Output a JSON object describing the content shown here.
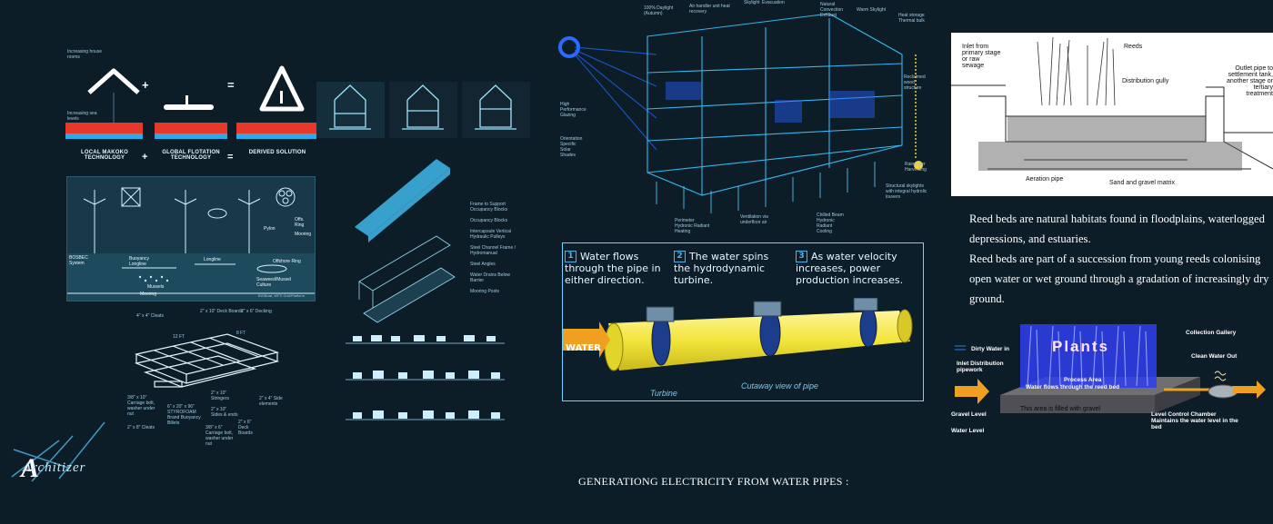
{
  "solution_panel": {
    "caption_left": "LOCAL MAKOKO TECHNOLOGY",
    "caption_mid": "GLOBAL FLOTATION TECHNOLOGY",
    "caption_right": "DERIVED SOLUTION",
    "op_plus_1": "+",
    "op_eq_1": "=",
    "op_plus_2": "+",
    "op_eq_2": "=",
    "note_top": "Increasing house rooms",
    "note_side": "Increasing sea levels"
  },
  "bosbec_panel": {
    "label_system": "BOSBEC System",
    "label_buoyancy": "Buoyancy Longline",
    "label_mussels": "Mussels",
    "label_longline": "Longline",
    "label_mooring": "Mooring",
    "label_offshore": "Offshore Ring",
    "label_seaweed": "Seaweed/Mussel Culture",
    "label_offs_ring": "Offs. Ring",
    "label_pylon": "Pylon",
    "label_mooring2": "Mooring",
    "credit": "BIOBoat, WFS Grid/Platform"
  },
  "platform_panel": {
    "label_top_left": "4\" x 4\" Cleats",
    "label_top_mid": "2\" x 10\" Deck Boards",
    "label_top_right": "2\" x 6\" Decking",
    "label_12ft": "12 FT",
    "label_8ft": "8 FT",
    "label_carriage": "3/8\" x 10\" Carriage bolt, washer under nut",
    "label_styrofoam": "6\" x 20\" x 96\" STYROFOAM Brand Buoyancy Billets",
    "label_stringer": "2\" x 10\" Stringers",
    "label_sides": "2\" x 10\" Sides & ends",
    "label_bolt2": "3/8\" x 6\" Carriage bolt, washer under nut",
    "label_deck": "2\" x 6\" Deck Boards",
    "label_2x4": "2\" x 4\" Side elements",
    "label_2x8": "2\" x 8\" Cleats"
  },
  "module_panel": {
    "callouts": [
      "Frame to Support Occupancy Blocks",
      "Occupancy Blocks",
      "Intercapsule Vertical Hydraulic Pulleys",
      "Steel Channel Frame / Hydromanual",
      "Steel Angles",
      "Water Drains Below Barrier",
      "Mooring Posts"
    ]
  },
  "building_section": {
    "callouts": [
      "100% Daylight (Autumn)",
      "Air handler unit heat recovery",
      "Skylight",
      "Evacuation",
      "Natural Convection Exhaust",
      "Warm Skylight",
      "Heat storage Thermal bulk",
      "Reclaimed wood structure",
      "High Performance Glazing",
      "Orientation Specific Solar Shades",
      "Rainwater Harvesting",
      "Perimeter Hydronic Radiant Heating",
      "Ventilation via underfloor air",
      "Chilled Beam Hydronic Radiant Cooling",
      "Structural skylights with integral hydrolic louvers"
    ]
  },
  "turbine_panel": {
    "step1_num": "1",
    "step1_text": "Water flows through the pipe in either direction.",
    "step2_num": "2",
    "step2_text": "The water spins the hydrodynamic turbine.",
    "step3_num": "3",
    "step3_text": "As water velocity increases, power production increases.",
    "water_label": "WATER",
    "turbine_label": "Turbine",
    "cutaway_label": "Cutaway view of pipe"
  },
  "reed_section": {
    "inlet": "Inlet from primary stage or raw sewage",
    "reeds": "Reeds",
    "distribution": "Distribution gully",
    "outlet": "Outlet pipe to settlement tank, another stage or tertiary treatment",
    "aeration": "Aeration pipe",
    "matrix": "Sand and gravel matrix"
  },
  "reed_text": {
    "para1": "Reed beds are natural habitats found in floodplains, waterlogged depressions, and estuaries.",
    "para2": "Reed beds are part of a succession from young reeds colonising open water or wet ground through a gradation of increasingly dry ground."
  },
  "reed_bed_diagram": {
    "plants": "Plants",
    "dirty_water": "Dirty Water in",
    "inlet_pipe": "Inlet Distribution pipework",
    "collection": "Collection Gallery",
    "clean_water": "Clean Water Out",
    "process_area": "Process Area",
    "flows_through": "Water flows through the reed bed",
    "gravel_fill": "This area is filled with gravel",
    "gravel_level": "Gravel Level",
    "water_level": "Water Level",
    "level_control": "Level Control Chamber Maintains the water level in the bed"
  },
  "footer": {
    "heading": "GENERATIONG ELECTRICITY FROM WATER PIPES :"
  },
  "logo": {
    "text": "Architizer"
  },
  "colors": {
    "background": "#0c1d28",
    "red_band": "#e8382a",
    "blue_band": "#2fa8e6",
    "pipe_yellow": "#f2e53a",
    "water_orange": "#f0a020",
    "plants_blue": "#3a3af0",
    "text_white": "#ffffff"
  }
}
